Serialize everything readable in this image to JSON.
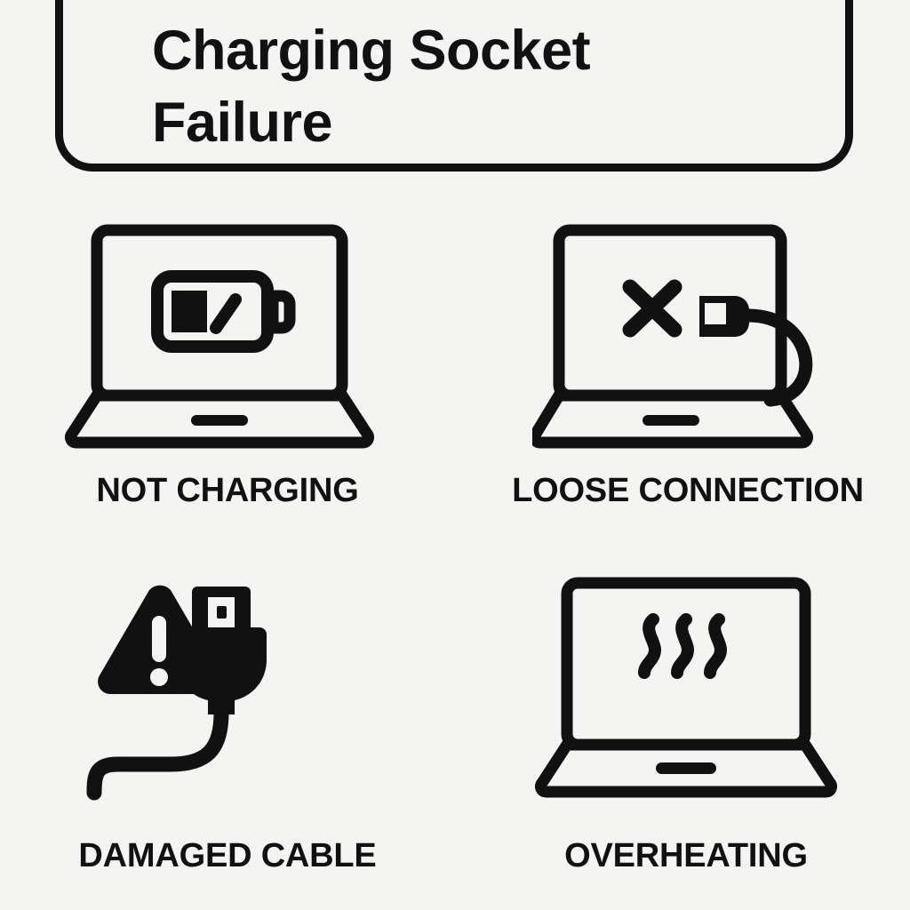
{
  "page": {
    "background_color": "#f4f4f2",
    "ink_color": "#111111"
  },
  "banner": {
    "title": "Charging Socket\nFailure",
    "border_color": "#111111"
  },
  "items": [
    {
      "id": "not-charging",
      "label": "NOT CHARGING",
      "icon": "laptop-low-battery-icon"
    },
    {
      "id": "loose-connection",
      "label": "LOOSE CONNECTION",
      "icon": "laptop-unplugged-x-icon"
    },
    {
      "id": "damaged-cable",
      "label": "DAMAGED CABLE",
      "icon": "warning-usb-cable-icon"
    },
    {
      "id": "overheating",
      "label": "OVERHEATING",
      "icon": "laptop-heat-waves-icon"
    }
  ]
}
